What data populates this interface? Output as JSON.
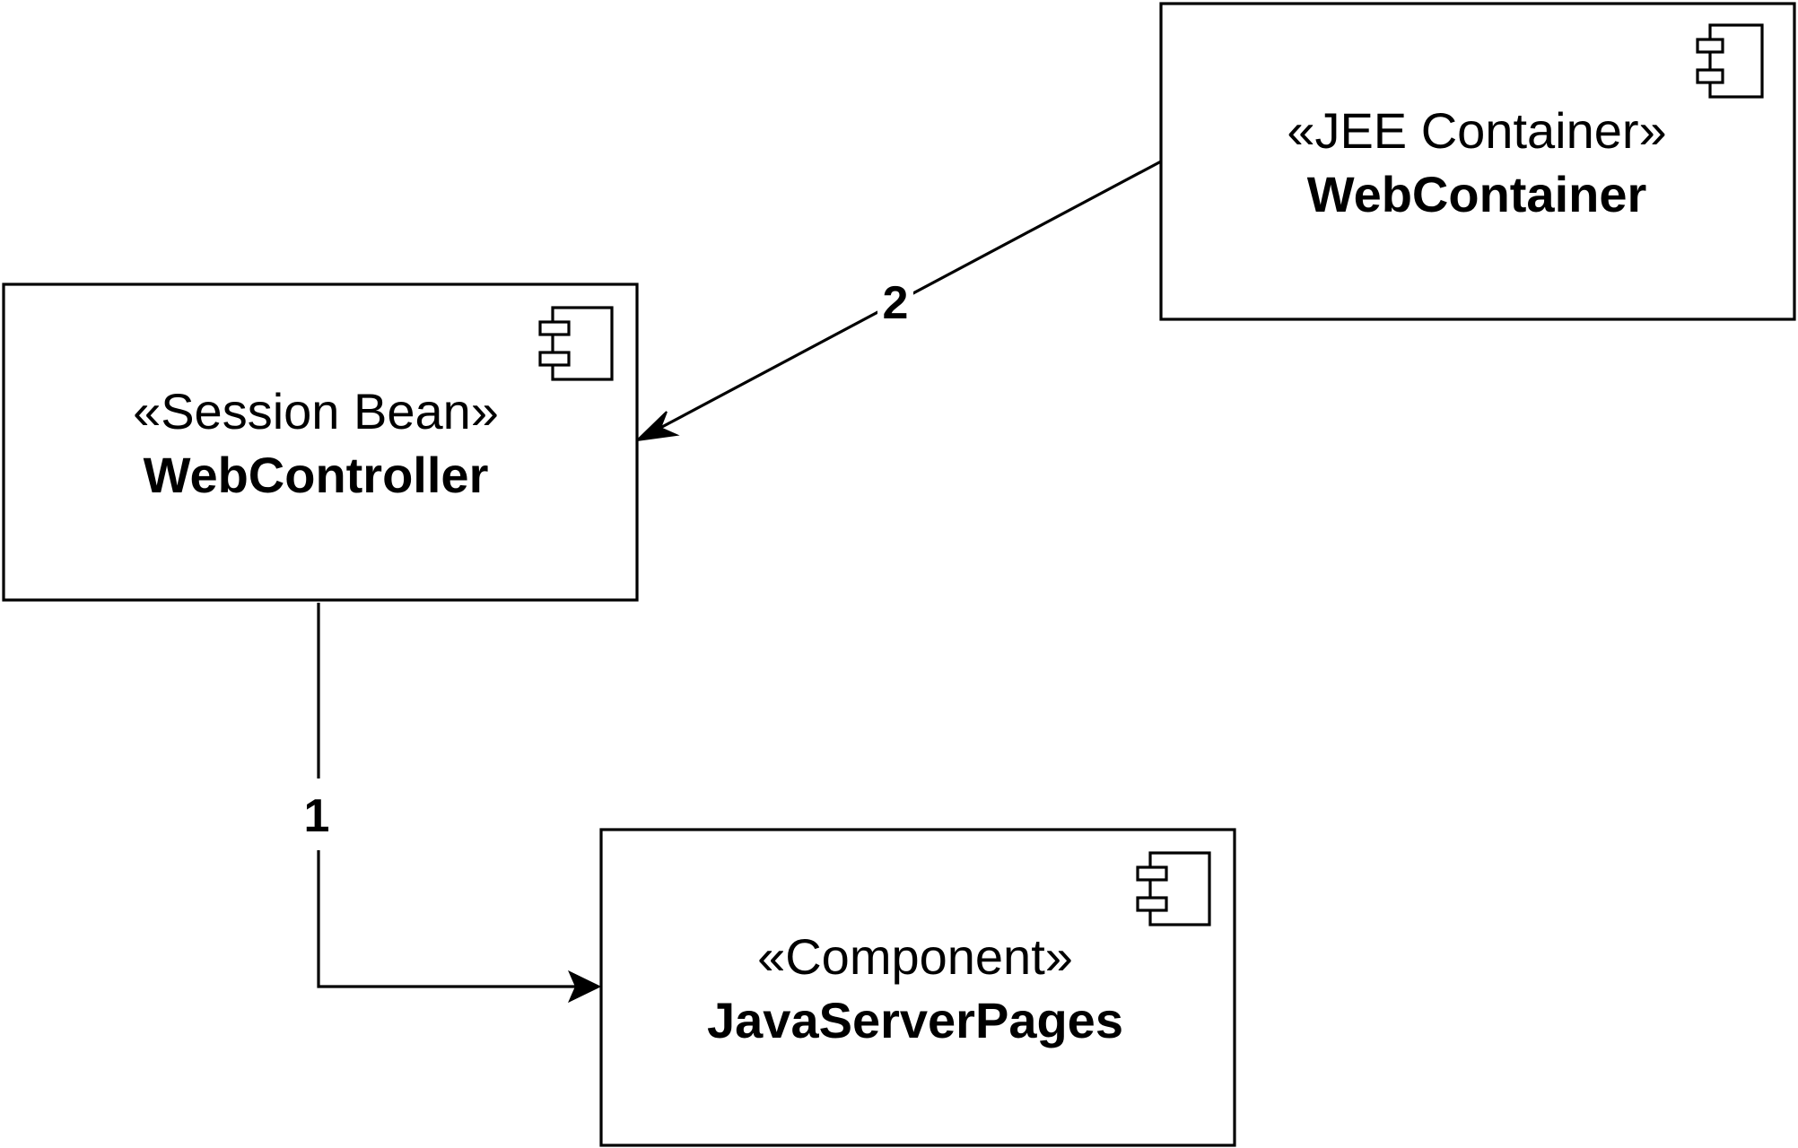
{
  "components": {
    "web_container": {
      "stereotype": "«JEE Container»",
      "name": "WebContainer"
    },
    "web_controller": {
      "stereotype": "«Session Bean»",
      "name": "WebController"
    },
    "java_server_pages": {
      "stereotype": "«Component»",
      "name": "JavaServerPages"
    }
  },
  "edges": {
    "controller_to_jsp": {
      "label": "1"
    },
    "container_to_controller": {
      "label": "2"
    }
  }
}
